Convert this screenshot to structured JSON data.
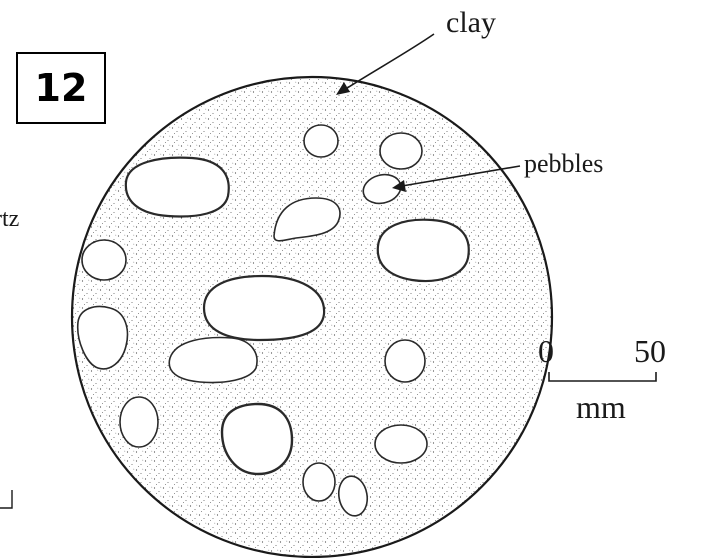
{
  "figure_number": "12",
  "labels": {
    "clay": "clay",
    "pebbles": "pebbles",
    "cut_text": "rtz"
  },
  "scale_bar": {
    "min_label": "0",
    "max_label": "50",
    "unit": "mm"
  }
}
